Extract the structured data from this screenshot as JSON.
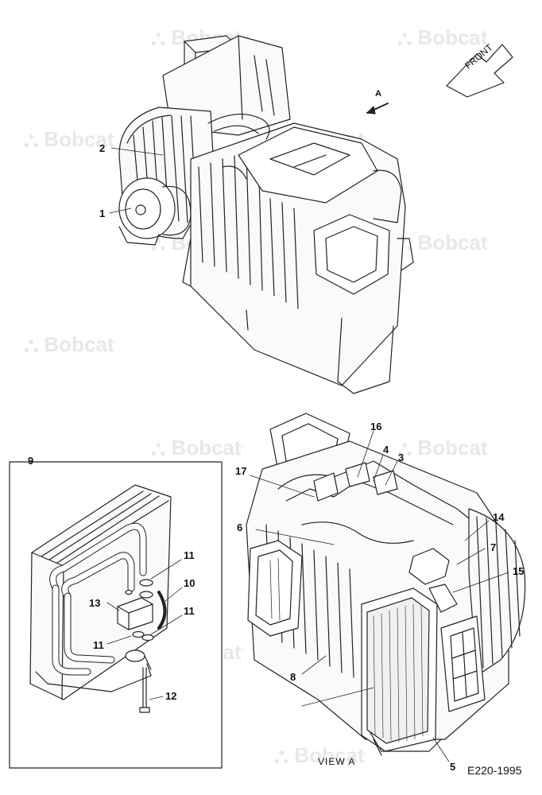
{
  "brand_watermark": "Bobcat",
  "front_label": "FRONT",
  "view_arrow_label": "A",
  "view_label": "VIEW A",
  "figure_code": "E220-1995",
  "callouts": {
    "c1": "1",
    "c2": "2",
    "c3": "3",
    "c4": "4",
    "c5": "5",
    "c6": "6",
    "c7": "7",
    "c8": "8",
    "c9": "9",
    "c10": "10",
    "c11a": "11",
    "c11b": "11",
    "c11c": "11",
    "c12": "12",
    "c13": "13",
    "c14": "14",
    "c15": "15",
    "c16": "16",
    "c17": "17"
  }
}
